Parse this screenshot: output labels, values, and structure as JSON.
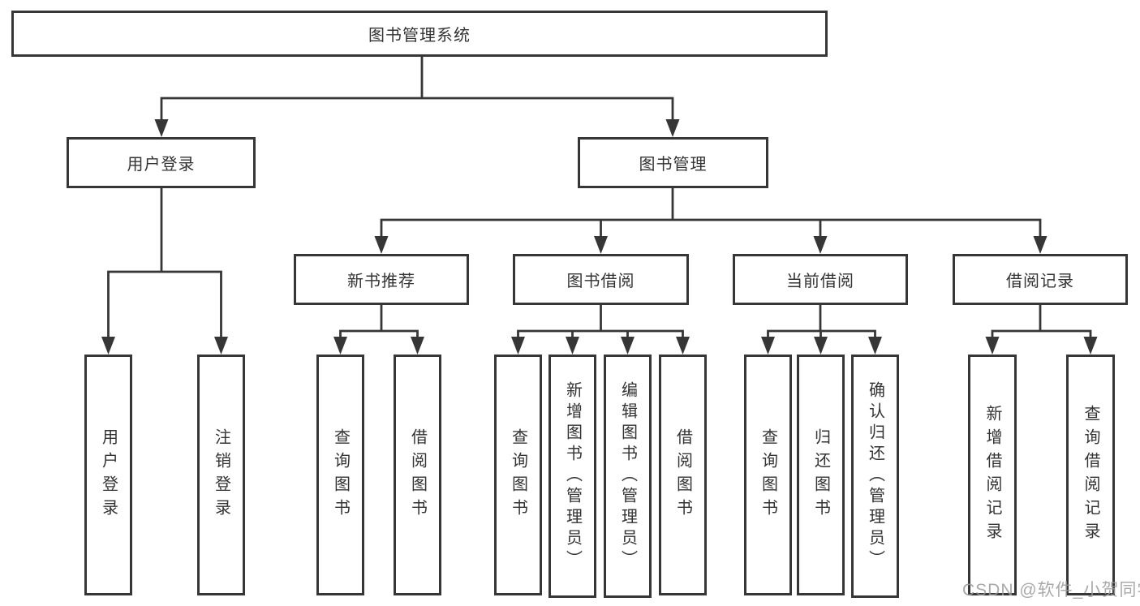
{
  "diagram": {
    "root": {
      "label": "图书管理系统"
    },
    "branches": [
      {
        "label": "用户登录",
        "children": [
          "用户登录",
          "注销登录"
        ]
      },
      {
        "label": "图书管理",
        "groups": [
          {
            "label": "新书推荐",
            "children": [
              "查询图书",
              "借阅图书"
            ]
          },
          {
            "label": "图书借阅",
            "children": [
              "查询图书",
              "新增图书（管理员）",
              "编辑图书（管理员）",
              "借阅图书"
            ]
          },
          {
            "label": "当前借阅",
            "children": [
              "查询图书",
              "归还图书",
              "确认归还（管理员）"
            ]
          },
          {
            "label": "借阅记录",
            "children": [
              "新增借阅记录",
              "查询借阅记录"
            ]
          }
        ]
      }
    ],
    "colors": {
      "line": "#363636",
      "text": "#333333",
      "box_fill": "#ffffff",
      "watermark": "#9b9b9b",
      "background": "#ffffff"
    },
    "watermark": "CSDN @软件_小贺同学"
  }
}
